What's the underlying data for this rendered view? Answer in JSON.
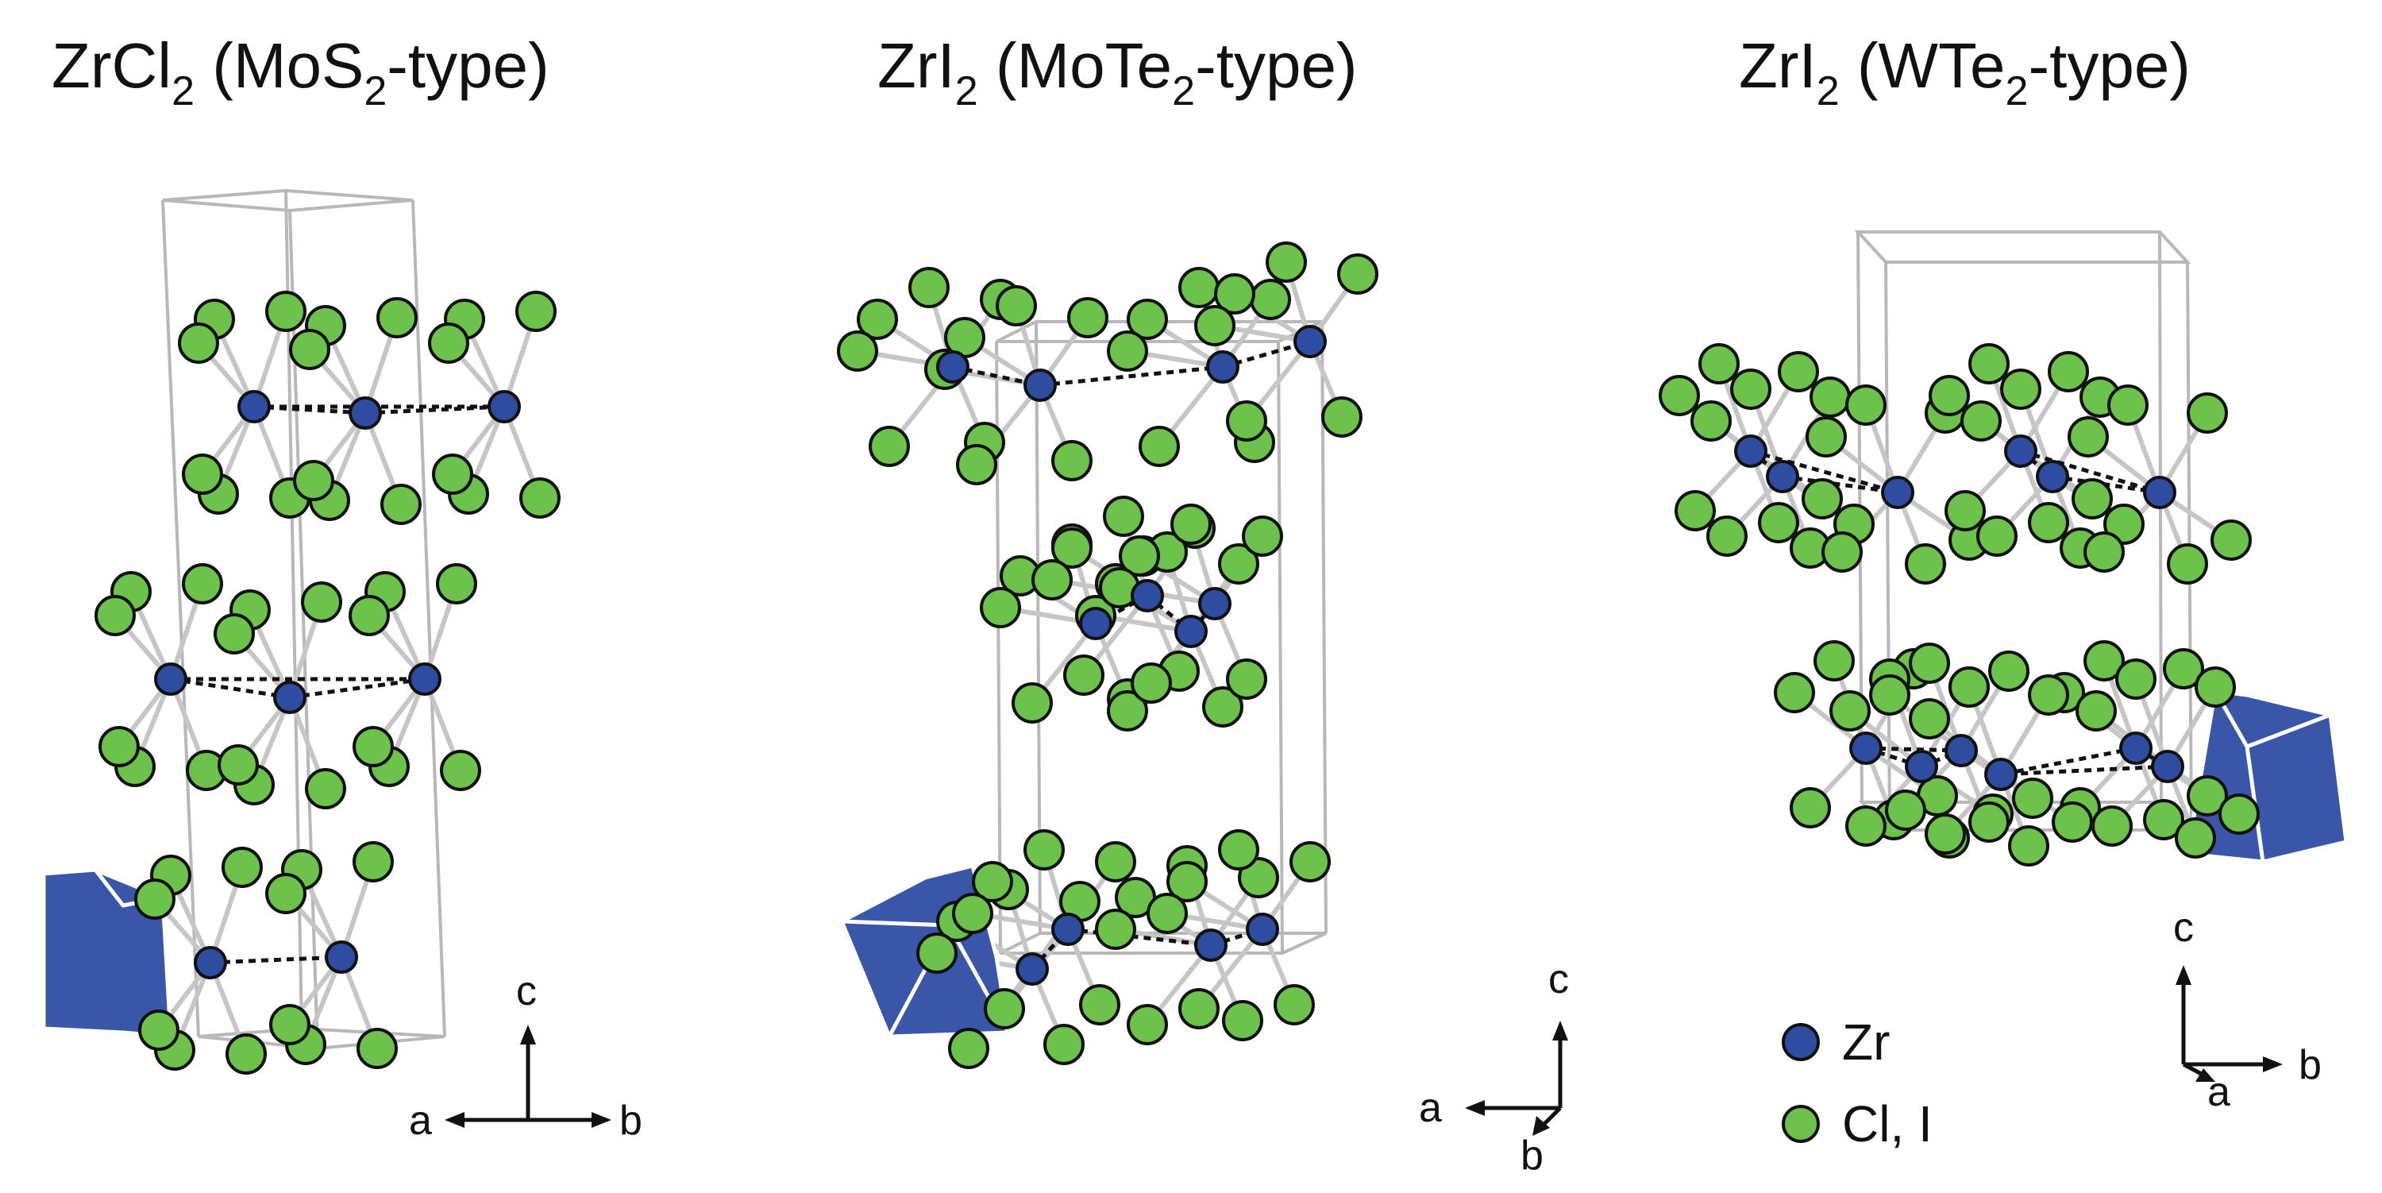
{
  "panels": [
    {
      "title": {
        "main": "ZrCl",
        "main_sub": "2",
        "rest_open": " (MoS",
        "rest_sub": "2",
        "rest_close": "-type)"
      },
      "axes": {
        "up": "c",
        "left": "a",
        "right": "b"
      }
    },
    {
      "title": {
        "main": "ZrI",
        "main_sub": "2",
        "rest_open": " (MoTe",
        "rest_sub": "2",
        "rest_close": "-type)"
      },
      "axes": {
        "up": "c",
        "left": "a",
        "down": "b"
      }
    },
    {
      "title": {
        "main": "ZrI",
        "main_sub": "2",
        "rest_open": " (WTe",
        "rest_sub": "2",
        "rest_close": "-type)"
      },
      "axes": {
        "up": "c",
        "right": "b",
        "down": "a"
      }
    }
  ],
  "legend": [
    {
      "label": "Zr",
      "color": "#2f4da0"
    },
    {
      "label": "Cl, I",
      "color": "#6cc24a"
    }
  ],
  "colors": {
    "zr": "#2f4da0",
    "halide": "#6cc24a",
    "polyhedron": "#3a56a8",
    "bond": "#c6c6c6",
    "cell": "#b8b8b8"
  }
}
